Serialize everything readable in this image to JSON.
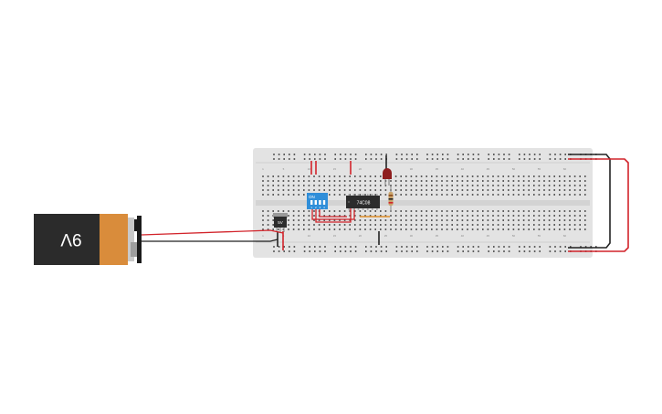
{
  "battery": {
    "label": "9V"
  },
  "ic": {
    "label": "74C08"
  },
  "dip_switch": {
    "label": "ON",
    "numbers": [
      "1",
      "2",
      "3",
      "4"
    ]
  },
  "regulator": {
    "label": "5V"
  },
  "breadboard": {
    "column_labels": [
      "1",
      "5",
      "10",
      "15",
      "20",
      "25",
      "30",
      "35",
      "40",
      "45",
      "50",
      "55",
      "60"
    ]
  },
  "colors": {
    "breadboard": "#e3e3e3",
    "hole": "#3b3b3b",
    "wire_red": "#d2232a",
    "wire_black": "#222222",
    "battery_body": "#2b2b2b",
    "battery_label": "#d98c3b",
    "dip_switch": "#2f8ed9",
    "ic_body": "#2c2c2c",
    "led": "#8e1d1d",
    "resistor": "#c9a36a"
  }
}
